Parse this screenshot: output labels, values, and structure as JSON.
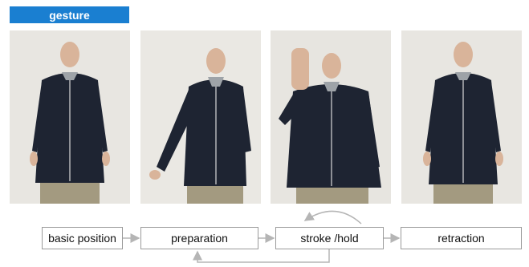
{
  "header": {
    "label": "gesture"
  },
  "photos": [
    {
      "pose": "arms-down"
    },
    {
      "pose": "arm-raising"
    },
    {
      "pose": "palm-up-stop"
    },
    {
      "pose": "arms-down"
    }
  ],
  "flow": {
    "steps": [
      "basic position",
      "preparation",
      "stroke /hold",
      "retraction"
    ]
  },
  "colors": {
    "accent": "#1a7fd1",
    "box_border": "#9a9a9a",
    "arrow": "#b5b5b5"
  }
}
